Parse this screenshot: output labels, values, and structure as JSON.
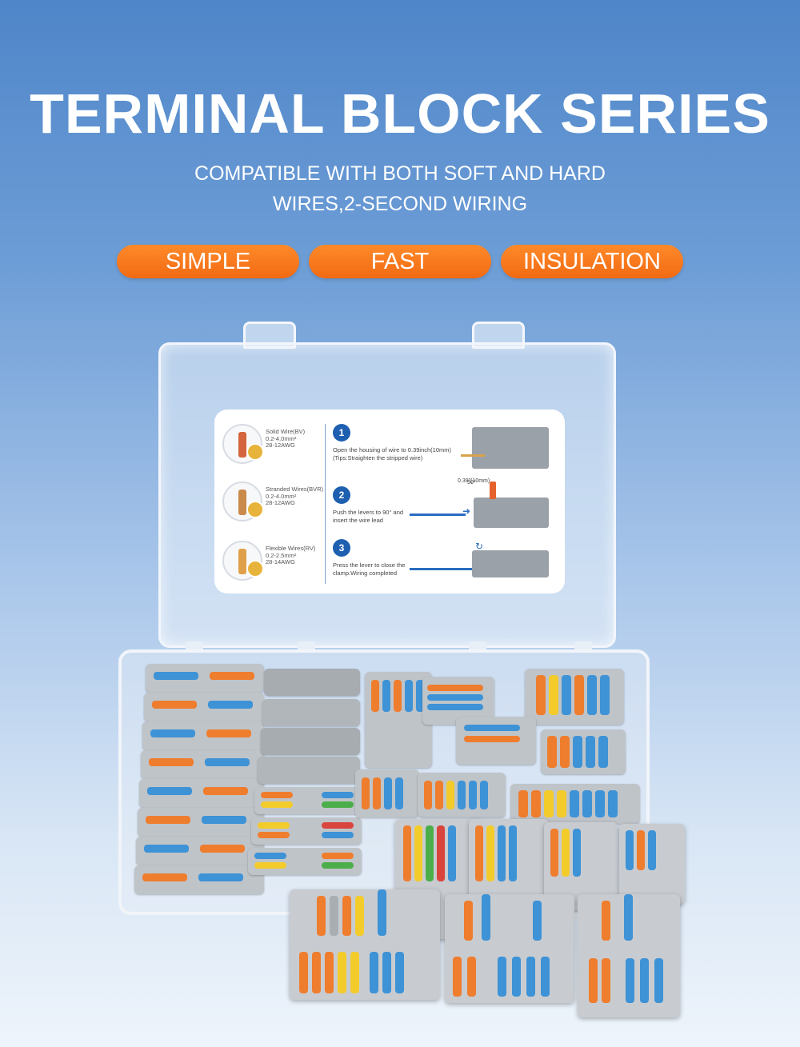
{
  "header": {
    "title": "TERMINAL BLOCK SERIES",
    "subtitle_line1": "COMPATIBLE WITH BOTH SOFT AND HARD",
    "subtitle_line2": "WIRES,2-SECOND WIRING"
  },
  "features": [
    {
      "label": "SIMPLE"
    },
    {
      "label": "FAST"
    },
    {
      "label": "INSULATION"
    }
  ],
  "instruction_card": {
    "wire_types": [
      {
        "name": "Solid Wire(BV)",
        "range": "0.2-4.0mm²",
        "awg": "28-12AWG"
      },
      {
        "name": "Stranded Wires(BVR)",
        "range": "0.2-4.0mm²",
        "awg": "28-12AWG"
      },
      {
        "name": "Flexible Wires(RV)",
        "range": "0.2-2.5mm²",
        "awg": "28-14AWG"
      }
    ],
    "steps": [
      {
        "num": "1",
        "text": "Open the housing of wire to 0.39inch(10mm)",
        "tip": "(Tips:Straighten the stripped wire)"
      },
      {
        "num": "2",
        "text": "Push the levers to 90° and",
        "text2": "insert the wire lead"
      },
      {
        "num": "3",
        "text": "Press the lever to close the",
        "text2": "clamp.Wiring completed"
      }
    ],
    "measure": "0.39\"(10mm)",
    "angle": "90°"
  },
  "colors": {
    "accent_orange": "#f26a12",
    "lever_blue": "#3e92d6",
    "lever_orange": "#ef7d2e",
    "step_blue": "#1e5fb0"
  }
}
